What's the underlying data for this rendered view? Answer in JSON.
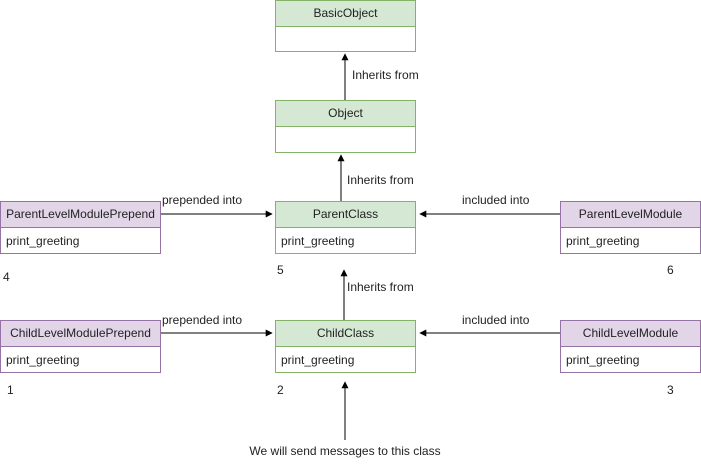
{
  "colors": {
    "class_fill": "#d5e8d4",
    "class_stroke": "#82b366",
    "module_fill": "#e1d5e7",
    "module_stroke": "#9673a6",
    "edge": "#000000"
  },
  "nodes": {
    "basic_object": {
      "name": "BasicObject",
      "method": ""
    },
    "object": {
      "name": "Object",
      "method": ""
    },
    "parent_class": {
      "name": "ParentClass",
      "method": "print_greeting",
      "order": "5"
    },
    "child_class": {
      "name": "ChildClass",
      "method": "print_greeting",
      "order": "2"
    },
    "parent_prepend": {
      "name": "ParentLevelModulePrepend",
      "method": "print_greeting",
      "order": "4"
    },
    "child_prepend": {
      "name": "ChildLevelModulePrepend",
      "method": "print_greeting",
      "order": "1"
    },
    "parent_module": {
      "name": "ParentLevelModule",
      "method": "print_greeting",
      "order": "6"
    },
    "child_module": {
      "name": "ChildLevelModule",
      "method": "print_greeting",
      "order": "3"
    }
  },
  "edges": {
    "object_to_basic": "Inherits from",
    "parent_to_object": "Inherits from",
    "child_to_parent": "Inherits from",
    "parent_prepend": "prepended into",
    "parent_include": "included into",
    "child_prepend": "prepended into",
    "child_include": "included into"
  },
  "caption": "We will send messages to this class"
}
